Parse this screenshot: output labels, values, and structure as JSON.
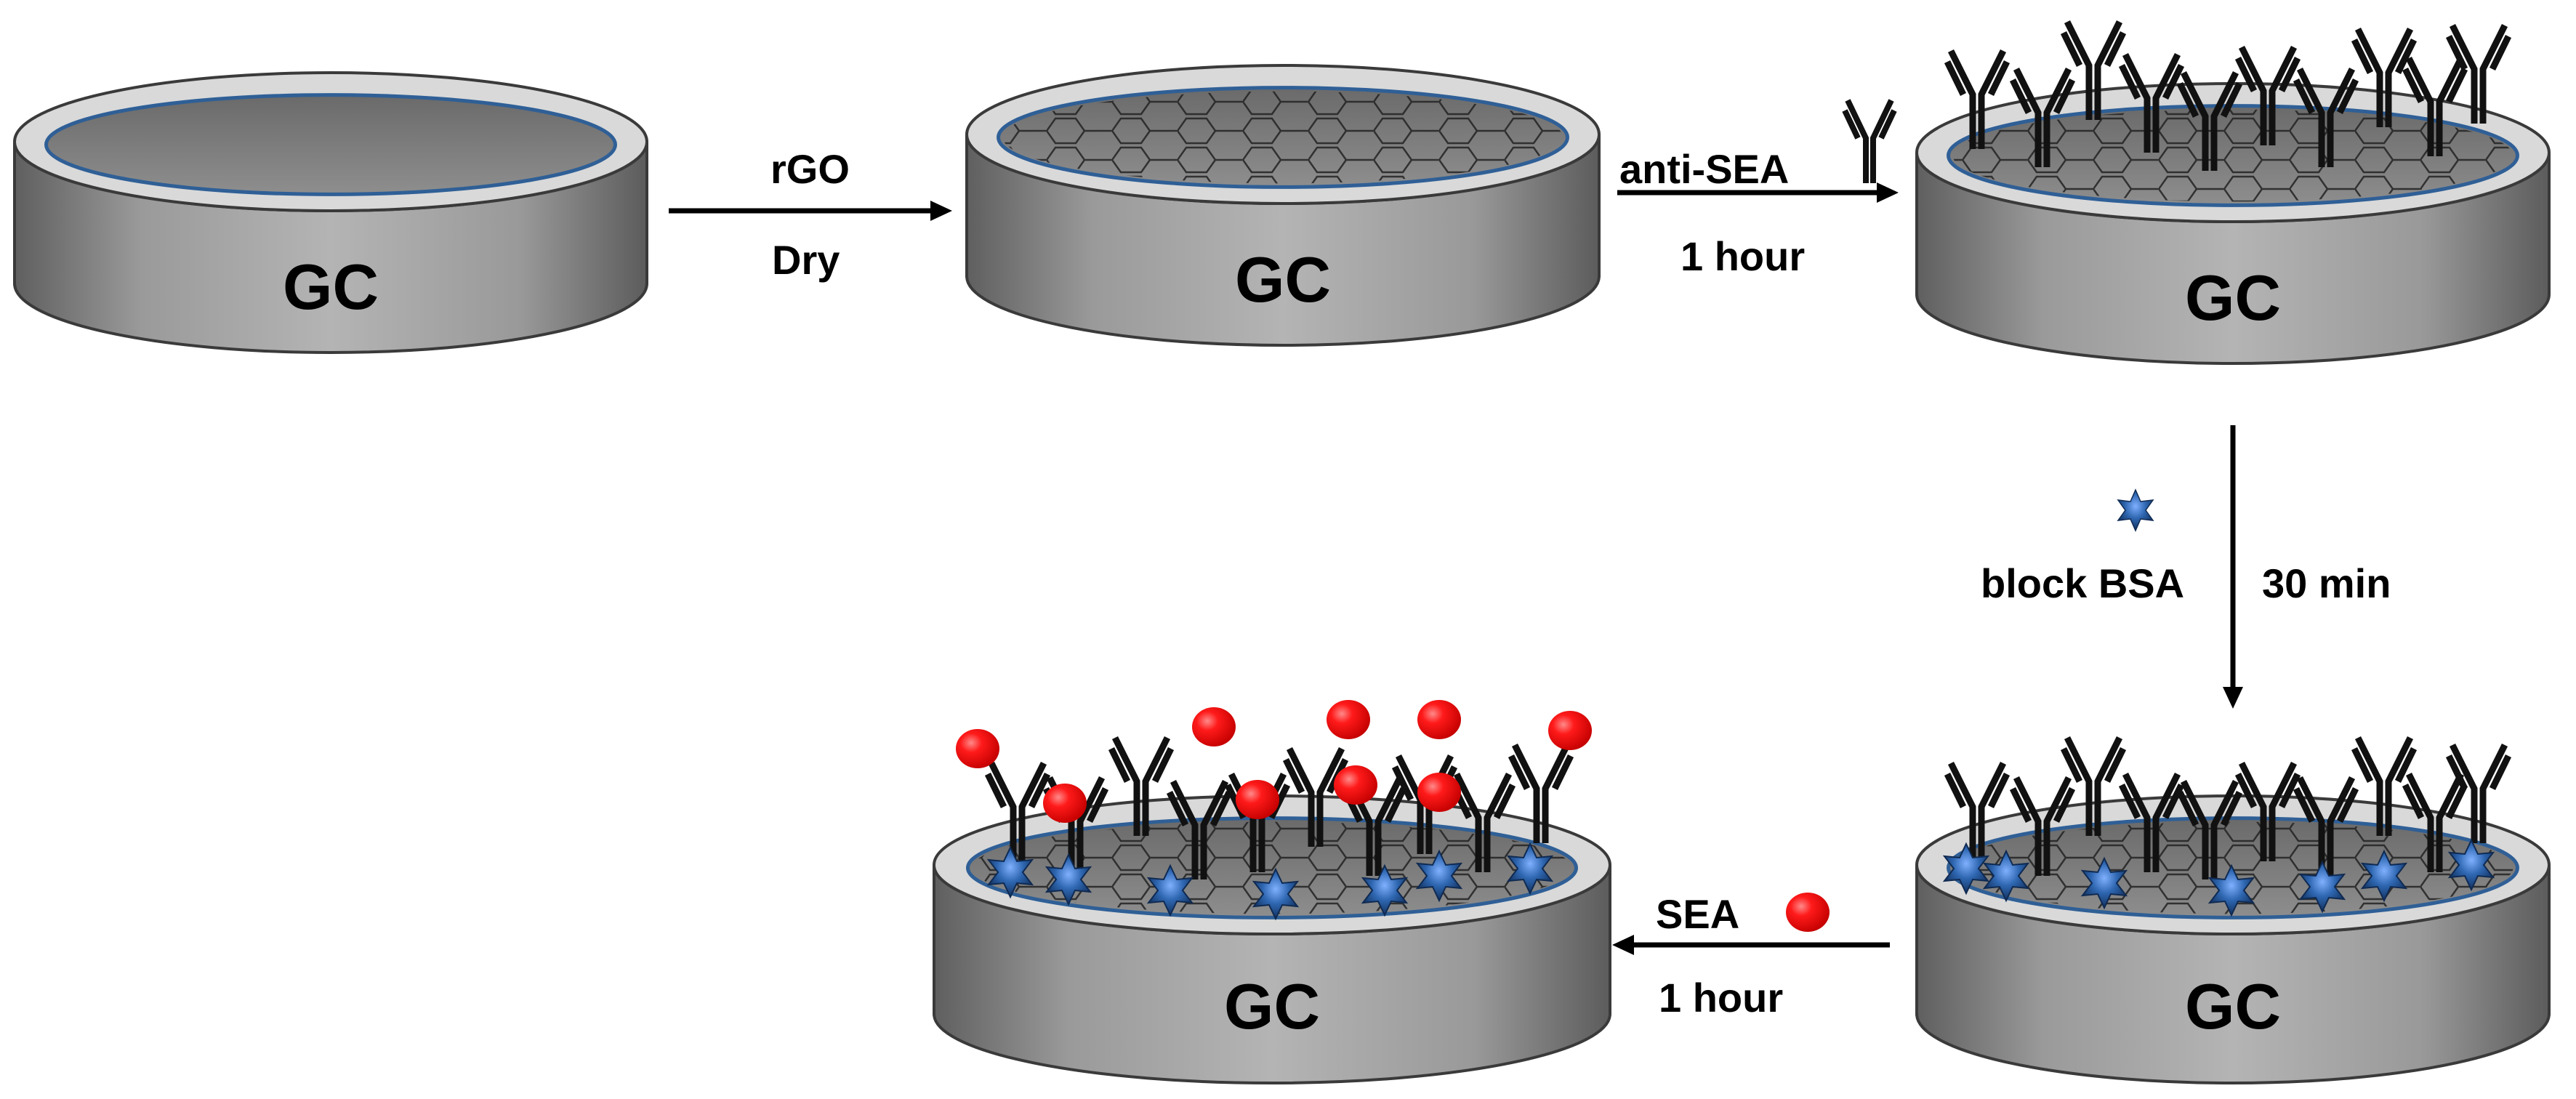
{
  "electrodes": {
    "e1": {
      "label": "GC"
    },
    "e2": {
      "label": "GC"
    },
    "e3": {
      "label": "GC"
    },
    "e4": {
      "label": "GC"
    },
    "e5": {
      "label": "GC"
    }
  },
  "steps": {
    "s1": {
      "top": "rGO",
      "bottom": "Dry"
    },
    "s2": {
      "top": "anti-SEA",
      "bottom": "1 hour"
    },
    "s3": {
      "left": "block BSA",
      "right": "30 min"
    },
    "s4": {
      "top": "SEA",
      "bottom": "1 hour"
    }
  },
  "colors": {
    "electrode_side": "#8c8c8c",
    "electrode_rim": "#d9d9d9",
    "electrode_surface": "#7f7f7f",
    "surface_edge": "#2f5f96",
    "antibody": "#111111",
    "bsa_star": "#2e66b0",
    "sea_ball": "#ff0000"
  }
}
